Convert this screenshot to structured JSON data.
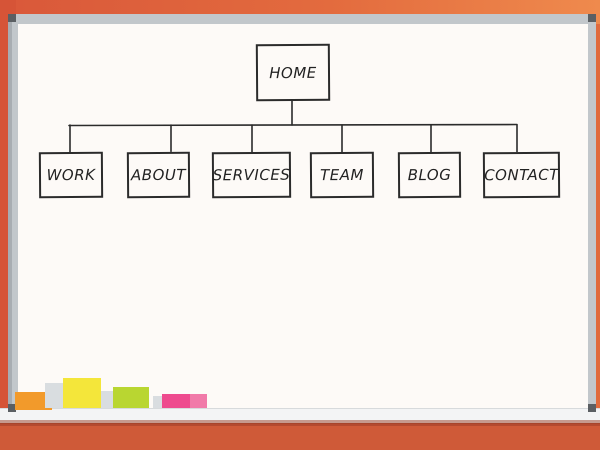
{
  "diagram": {
    "root": {
      "label": "HOME"
    },
    "children": [
      {
        "label": "WORK"
      },
      {
        "label": "ABOUT"
      },
      {
        "label": "SERVICES"
      },
      {
        "label": "TEAM"
      },
      {
        "label": "BLOG"
      },
      {
        "label": "CONTACT"
      }
    ]
  },
  "colors": {
    "background": "#e06a3c",
    "frame": "#c2c7cb",
    "board": "#fdfaf7",
    "ink": "#2b2b2b",
    "sticky_orange": "#f29a2b",
    "sticky_yellow": "#f4e63a",
    "sticky_green": "#b9d631",
    "sticky_pink": "#ee4a8e"
  }
}
